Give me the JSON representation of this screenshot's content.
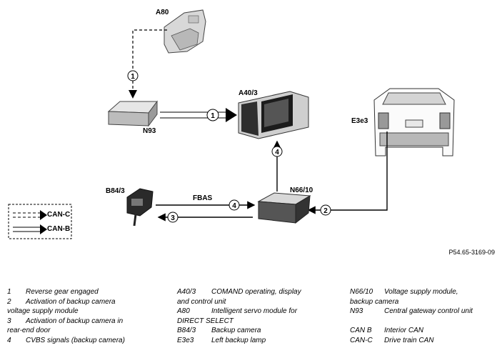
{
  "components": {
    "A80": "A80",
    "N93": "N93",
    "A40_3": "A40/3",
    "E3e3": "E3e3",
    "B84_3": "B84/3",
    "N66_10": "N66/10"
  },
  "signals": {
    "fbas": "FBAS",
    "n1": "1",
    "n2": "2",
    "n3": "3",
    "n4": "4"
  },
  "can_legend": {
    "can_c": "CAN-C",
    "can_b": "CAN-B"
  },
  "figure_ref": "P54.65-3169-09",
  "legend": {
    "col1": [
      {
        "key": "1",
        "text": "Reverse gear engaged"
      },
      {
        "key": "2",
        "text": "Activation of backup camera"
      },
      {
        "key": "",
        "text": "voltage supply module"
      },
      {
        "key": "3",
        "text": "Activation of backup camera in"
      },
      {
        "key": "",
        "text": "rear-end door"
      },
      {
        "key": "4",
        "text": "CVBS signals (backup camera)"
      }
    ],
    "col2": [
      {
        "key": "A40/3",
        "text": "COMAND operating, display"
      },
      {
        "key": "",
        "text": "and control unit"
      },
      {
        "key": "A80",
        "text": "Intelligent servo module for"
      },
      {
        "key": "",
        "text": "DIRECT SELECT"
      },
      {
        "key": "B84/3",
        "text": "Backup camera"
      },
      {
        "key": "E3e3",
        "text": "Left backup lamp"
      }
    ],
    "col3": [
      {
        "key": "N66/10",
        "text": "Voltage supply module,"
      },
      {
        "key": "",
        "text": "backup camera"
      },
      {
        "key": "N93",
        "text": "Central gateway control unit"
      },
      {
        "key": "",
        "text": ""
      },
      {
        "key": "CAN B",
        "text": "Interior CAN"
      },
      {
        "key": "CAN-C",
        "text": "Drive train CAN"
      }
    ]
  }
}
